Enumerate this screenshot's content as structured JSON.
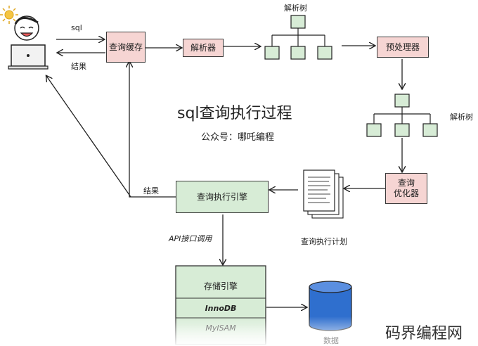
{
  "diagram": {
    "title": "sql查询执行过程",
    "subtitle": "公众号：哪吒编程",
    "nodes": {
      "query_cache": "查询缓存",
      "parser": "解析器",
      "preprocessor": "预处理器",
      "optimizer_line1": "查询",
      "optimizer_line2": "优化器",
      "execution_engine": "查询执行引擎",
      "storage_engine": "存储引擎",
      "innodb": "InnoDB",
      "myisam": "MyISAM",
      "data": "数据"
    },
    "labels": {
      "sql": "sql",
      "result_top": "结果",
      "result_mid": "结果",
      "parse_tree_top": "解析树",
      "parse_tree_right": "解析树",
      "query_plan": "查询执行计划",
      "api_call": "API接口调用"
    },
    "colors": {
      "pink": "#f6d5d3",
      "green": "#d7ecd6",
      "db_blue": "#2f6fce"
    }
  },
  "watermark": "码界编程网"
}
